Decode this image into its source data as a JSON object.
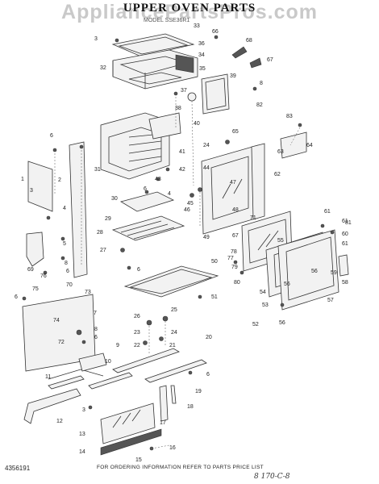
{
  "header": {
    "watermark": "AppliancePartsPros.com",
    "title": "UPPER OVEN PARTS",
    "model": "MODEL SSE36R1"
  },
  "footer": {
    "part_number": "4356191",
    "instruction": "FOR ORDERING INFORMATION REFER TO PARTS PRICE LIST",
    "handwritten": "8  170-C-8"
  },
  "callouts": [
    {
      "id": "c1",
      "label": "1"
    },
    {
      "id": "c2",
      "label": "2"
    },
    {
      "id": "c3",
      "label": "3"
    },
    {
      "id": "c4",
      "label": "4"
    },
    {
      "id": "c5",
      "label": "5"
    },
    {
      "id": "c6",
      "label": "6"
    },
    {
      "id": "c7",
      "label": "7"
    },
    {
      "id": "c8",
      "label": "8"
    },
    {
      "id": "c9",
      "label": "9"
    },
    {
      "id": "c10",
      "label": "10"
    },
    {
      "id": "c11",
      "label": "11"
    },
    {
      "id": "c12",
      "label": "12"
    },
    {
      "id": "c13",
      "label": "13"
    },
    {
      "id": "c14",
      "label": "14"
    },
    {
      "id": "c15",
      "label": "15"
    },
    {
      "id": "c16",
      "label": "16"
    },
    {
      "id": "c17",
      "label": "17"
    },
    {
      "id": "c18",
      "label": "18"
    },
    {
      "id": "c19",
      "label": "19"
    },
    {
      "id": "c20",
      "label": "20"
    },
    {
      "id": "c21",
      "label": "21"
    },
    {
      "id": "c22",
      "label": "22"
    },
    {
      "id": "c23",
      "label": "23"
    },
    {
      "id": "c24",
      "label": "24"
    },
    {
      "id": "c25",
      "label": "25"
    },
    {
      "id": "c26",
      "label": "26"
    },
    {
      "id": "c27",
      "label": "27"
    },
    {
      "id": "c28",
      "label": "28"
    },
    {
      "id": "c29",
      "label": "29"
    },
    {
      "id": "c30",
      "label": "30"
    },
    {
      "id": "c31",
      "label": "31"
    },
    {
      "id": "c32",
      "label": "32"
    },
    {
      "id": "c33",
      "label": "33"
    },
    {
      "id": "c34",
      "label": "34"
    },
    {
      "id": "c35",
      "label": "35"
    },
    {
      "id": "c36",
      "label": "36"
    },
    {
      "id": "c37",
      "label": "37"
    },
    {
      "id": "c38",
      "label": "38"
    },
    {
      "id": "c39",
      "label": "39"
    },
    {
      "id": "c40",
      "label": "40"
    },
    {
      "id": "c41",
      "label": "41"
    },
    {
      "id": "c42",
      "label": "42"
    },
    {
      "id": "c43",
      "label": "43"
    },
    {
      "id": "c44",
      "label": "44"
    },
    {
      "id": "c45",
      "label": "45"
    },
    {
      "id": "c46",
      "label": "46"
    },
    {
      "id": "c47",
      "label": "47"
    },
    {
      "id": "c48",
      "label": "48"
    },
    {
      "id": "c49",
      "label": "49"
    },
    {
      "id": "c50",
      "label": "50"
    },
    {
      "id": "c51",
      "label": "51"
    },
    {
      "id": "c52",
      "label": "52"
    },
    {
      "id": "c53",
      "label": "53"
    },
    {
      "id": "c54",
      "label": "54"
    },
    {
      "id": "c55",
      "label": "55"
    },
    {
      "id": "c56",
      "label": "56"
    },
    {
      "id": "c57",
      "label": "57"
    },
    {
      "id": "c58",
      "label": "58"
    },
    {
      "id": "c59",
      "label": "59"
    },
    {
      "id": "c60",
      "label": "60"
    },
    {
      "id": "c61",
      "label": "61"
    },
    {
      "id": "c62",
      "label": "62"
    },
    {
      "id": "c63",
      "label": "63"
    },
    {
      "id": "c64",
      "label": "64"
    },
    {
      "id": "c65",
      "label": "65"
    },
    {
      "id": "c66",
      "label": "66"
    },
    {
      "id": "c67",
      "label": "67"
    },
    {
      "id": "c68",
      "label": "68"
    },
    {
      "id": "c69",
      "label": "69"
    },
    {
      "id": "c70",
      "label": "70"
    },
    {
      "id": "c71",
      "label": "71"
    },
    {
      "id": "c72",
      "label": "72"
    },
    {
      "id": "c73",
      "label": "73"
    },
    {
      "id": "c74",
      "label": "74"
    },
    {
      "id": "c75",
      "label": "75"
    },
    {
      "id": "c76",
      "label": "76"
    },
    {
      "id": "c77",
      "label": "77"
    },
    {
      "id": "c78",
      "label": "78"
    },
    {
      "id": "c79",
      "label": "79"
    },
    {
      "id": "c80",
      "label": "80"
    },
    {
      "id": "c81",
      "label": "81"
    },
    {
      "id": "c82",
      "label": "82"
    },
    {
      "id": "c83",
      "label": "83"
    }
  ]
}
